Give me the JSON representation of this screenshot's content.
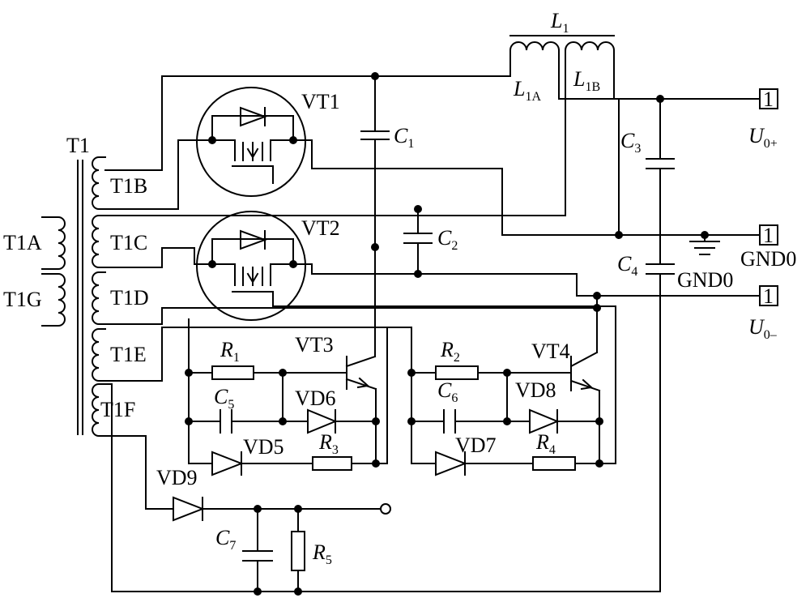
{
  "labels": {
    "T1": "T1",
    "T1A": "T1A",
    "T1B": "T1B",
    "T1C": "T1C",
    "T1D": "T1D",
    "T1E": "T1E",
    "T1F": "T1F",
    "T1G": "T1G",
    "VT1": "VT1",
    "VT2": "VT2",
    "VT3": "VT3",
    "VT4": "VT4",
    "VD5": "VD5",
    "VD6": "VD6",
    "VD7": "VD7",
    "VD8": "VD8",
    "VD9": "VD9",
    "GND0_right": "GND0",
    "GND0_mid": "GND0",
    "terminal": "1"
  },
  "components": {
    "L1": {
      "l": "L",
      "s": "1"
    },
    "L1A": {
      "l": "L",
      "s": "1A"
    },
    "L1B": {
      "l": "L",
      "s": "1B"
    },
    "C1": {
      "l": "C",
      "s": "1"
    },
    "C2": {
      "l": "C",
      "s": "2"
    },
    "C3": {
      "l": "C",
      "s": "3"
    },
    "C4": {
      "l": "C",
      "s": "4"
    },
    "C5": {
      "l": "C",
      "s": "5"
    },
    "C6": {
      "l": "C",
      "s": "6"
    },
    "C7": {
      "l": "C",
      "s": "7"
    },
    "R1": {
      "l": "R",
      "s": "1"
    },
    "R2": {
      "l": "R",
      "s": "2"
    },
    "R3": {
      "l": "R",
      "s": "3"
    },
    "R4": {
      "l": "R",
      "s": "4"
    },
    "R5": {
      "l": "R",
      "s": "5"
    },
    "U0p": {
      "l": "U",
      "s": "0+"
    },
    "U0m": {
      "l": "U",
      "s": "0–"
    }
  }
}
